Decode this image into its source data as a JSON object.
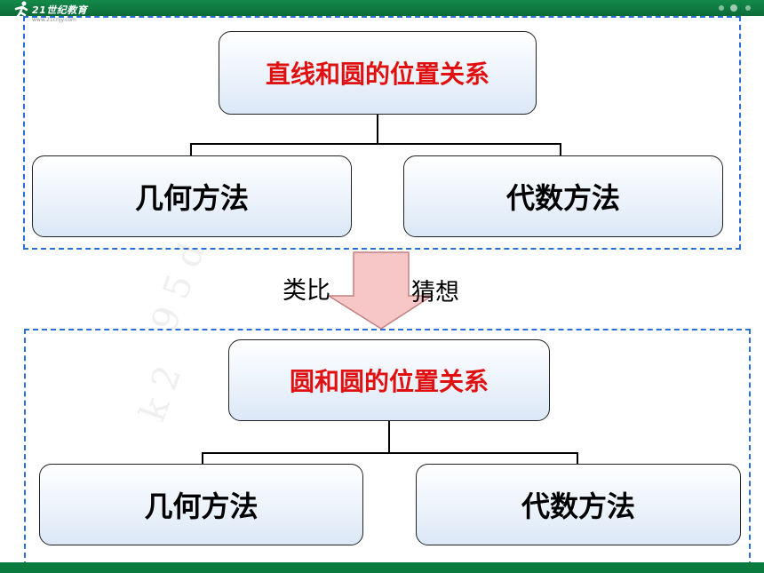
{
  "header": {
    "brand": "21世纪教育",
    "brand_sub": "www.21cnjy.com"
  },
  "top_section": {
    "title": "直线和圆的位置关系",
    "left_method": "几何方法",
    "right_method": "代数方法"
  },
  "arrow": {
    "left_label": "类比",
    "right_label": "猜想"
  },
  "bottom_section": {
    "title": "圆和圆的位置关系",
    "left_method": "几何方法",
    "right_method": "代数方法"
  },
  "colors": {
    "title_red": "#e01010",
    "dash_blue": "#2a6fd6",
    "bar_green": "#0b7a3e",
    "arrow_pink": "#f7c6c6"
  }
}
